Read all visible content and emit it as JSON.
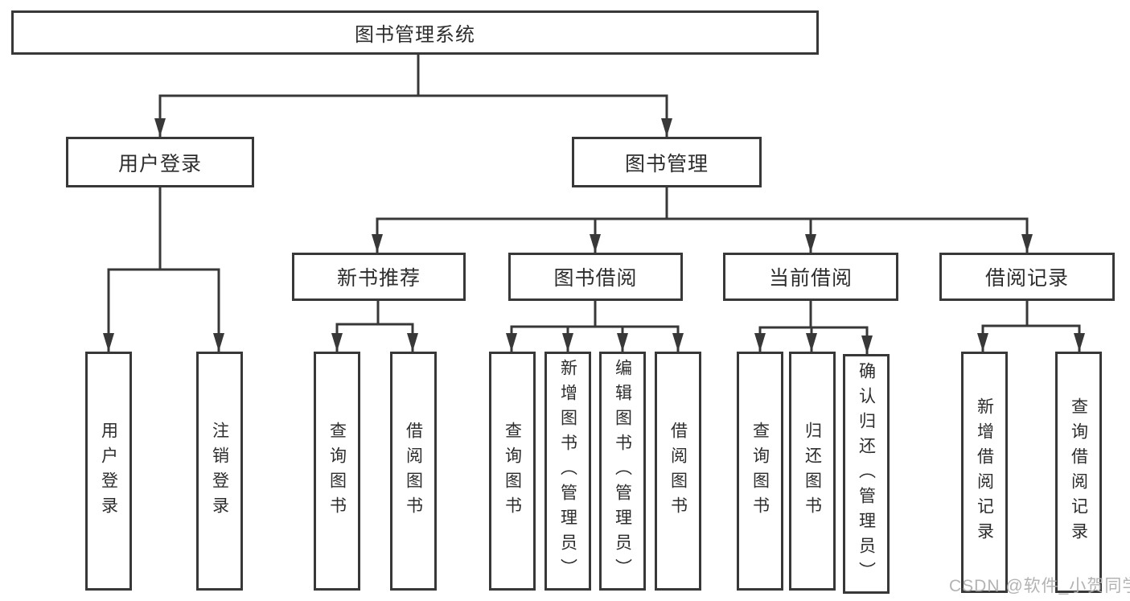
{
  "tree": {
    "label": "图书管理系统",
    "children": [
      {
        "label": "用户登录",
        "children": [
          {
            "label": "用户登录"
          },
          {
            "label": "注销登录"
          }
        ]
      },
      {
        "label": "图书管理",
        "children": [
          {
            "label": "新书推荐",
            "children": [
              {
                "label": "查询图书"
              },
              {
                "label": "借阅图书"
              }
            ]
          },
          {
            "label": "图书借阅",
            "children": [
              {
                "label": "查询图书"
              },
              {
                "label": "新增图书（管理员）"
              },
              {
                "label": "编辑图书（管理员）"
              },
              {
                "label": "借阅图书"
              }
            ]
          },
          {
            "label": "当前借阅",
            "children": [
              {
                "label": "查询图书"
              },
              {
                "label": "归还图书"
              },
              {
                "label": "确认归还（管理员）"
              }
            ]
          },
          {
            "label": "借阅记录",
            "children": [
              {
                "label": "新增借阅记录"
              },
              {
                "label": "查询借阅记录"
              }
            ]
          }
        ]
      }
    ]
  },
  "watermark": "CSDN @软件_小贺同学",
  "colors": {
    "line": "#383838",
    "box_border": "#383838",
    "box_fill": "#ffffff",
    "text": "#2d2d2d",
    "watermark": "#afafaf",
    "background": "#ffffff"
  }
}
